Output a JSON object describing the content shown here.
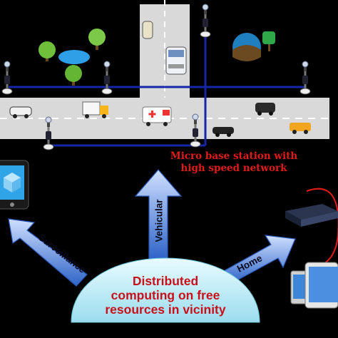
{
  "caption": {
    "line1": "Micro base station with",
    "line2": "high speed network"
  },
  "dome": {
    "line1": "Distributed",
    "line2": "computing on free",
    "line3": "resources in vicinity"
  },
  "arrows": {
    "surveillance": "Surveillance",
    "vehicular": "Vehicular",
    "home": "Home"
  },
  "colors": {
    "road": "#d9d9d9",
    "network_line": "#1526a8",
    "dome_fill": "#bfe9f3",
    "arrow_fill": "#5b8fdd",
    "caption_red": "#e01b1b",
    "dome_text": "#c8101a",
    "home_link": "#e01b1b"
  },
  "icons": [
    "car-icon",
    "truck-icon",
    "ambulance-icon",
    "bus-icon",
    "tree-icon",
    "pond-icon",
    "base-station-icon",
    "tablet-icon",
    "router-icon",
    "phone-icon",
    "earth-icon"
  ]
}
